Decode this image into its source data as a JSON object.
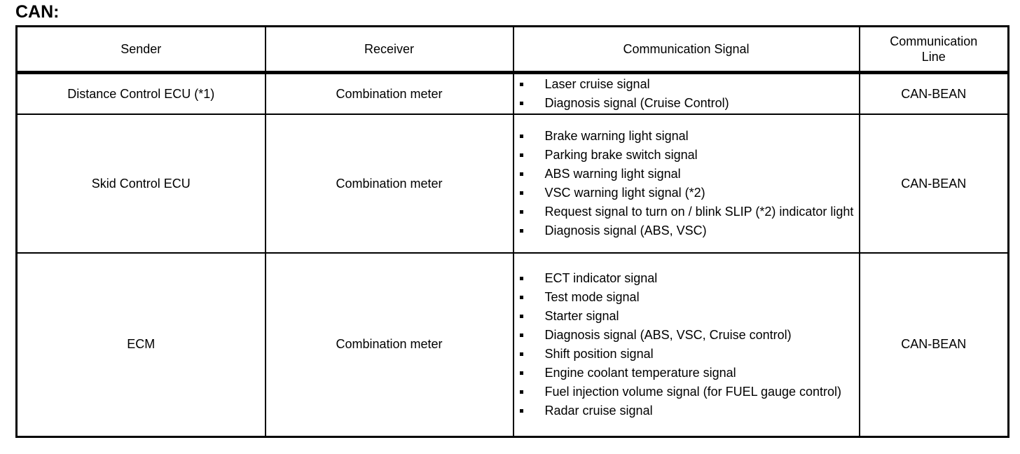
{
  "page": {
    "title": "CAN:"
  },
  "table": {
    "headers": [
      {
        "label": "Sender"
      },
      {
        "label": "Receiver"
      },
      {
        "label": "Communication Signal"
      },
      {
        "label_line1": "Communication",
        "label_line2": "Line"
      }
    ],
    "rows": [
      {
        "sender": "Distance Control ECU (*1)",
        "receiver": "Combination meter",
        "signals": [
          "Laser cruise signal",
          "Diagnosis signal (Cruise Control)"
        ],
        "line": "CAN-BEAN"
      },
      {
        "sender": "Skid Control ECU",
        "receiver": "Combination meter",
        "signals": [
          "Brake warning light signal",
          "Parking brake switch signal",
          "ABS warning light signal",
          "VSC warning light signal (*2)",
          "Request signal to turn on / blink SLIP (*2) indicator light",
          "Diagnosis signal (ABS, VSC)"
        ],
        "line": "CAN-BEAN"
      },
      {
        "sender": "ECM",
        "receiver": "Combination meter",
        "signals": [
          "ECT indicator signal",
          "Test mode signal",
          "Starter signal",
          "Diagnosis signal (ABS, VSC, Cruise control)",
          "Shift position signal",
          "Engine coolant temperature signal",
          "Fuel injection volume signal (for FUEL gauge control)",
          "Radar cruise signal"
        ],
        "line": "CAN-BEAN"
      }
    ]
  },
  "colors": {
    "text": "#000000",
    "background": "#ffffff",
    "border": "#000000"
  }
}
